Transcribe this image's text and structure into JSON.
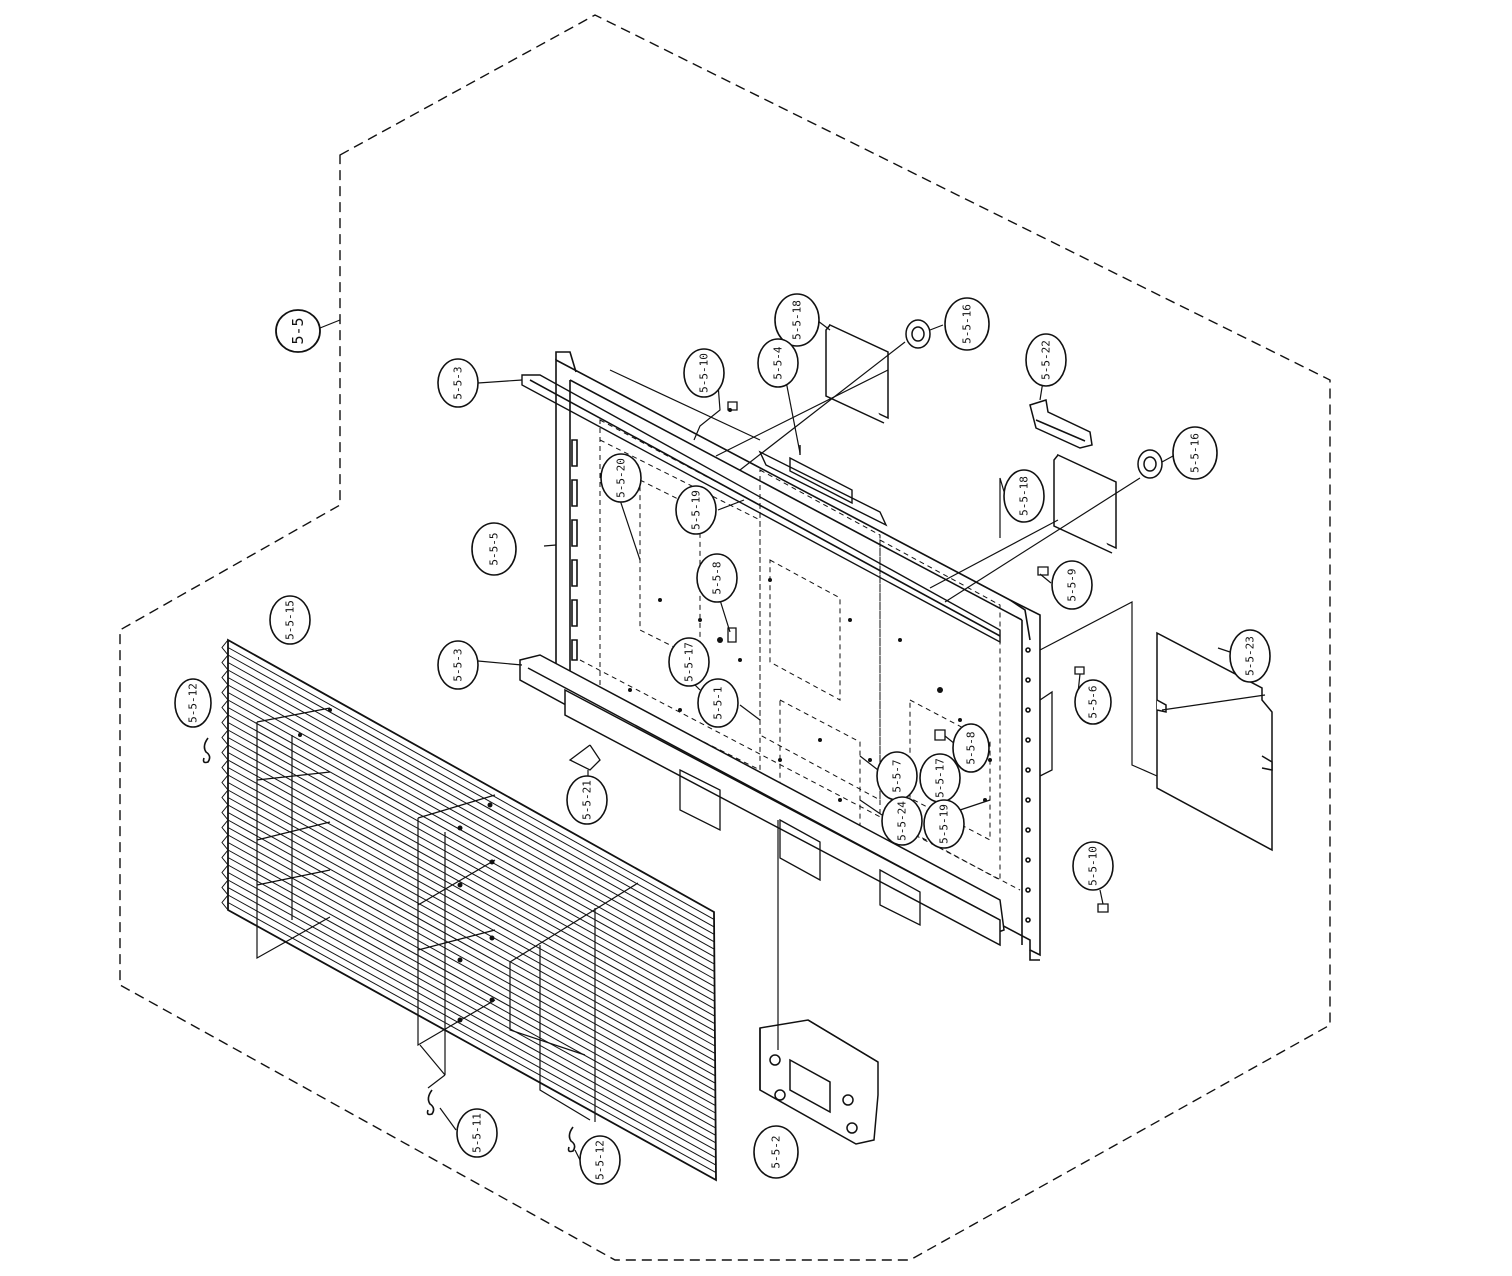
{
  "colors": {
    "ink": "#111111",
    "paper": "#ffffff"
  },
  "assembly": {
    "id": "5-5"
  },
  "callouts": [
    {
      "key": "c_5_5_18_top",
      "label": "5-5-18"
    },
    {
      "key": "c_5_5_16_top",
      "label": "5-5-16"
    },
    {
      "key": "c_5_5_3_top",
      "label": "5-5-3"
    },
    {
      "key": "c_5_5_10_top",
      "label": "5-5-10"
    },
    {
      "key": "c_5_5_4",
      "label": "5-5-4"
    },
    {
      "key": "c_5_5_22",
      "label": "5-5-22"
    },
    {
      "key": "c_5_5_16_right",
      "label": "5-5-16"
    },
    {
      "key": "c_5_5_18_right",
      "label": "5-5-18"
    },
    {
      "key": "c_5_5_20",
      "label": "5-5-20"
    },
    {
      "key": "c_5_5_19_top",
      "label": "5-5-19"
    },
    {
      "key": "c_5_5_5",
      "label": "5-5-5"
    },
    {
      "key": "c_5_5_8_top",
      "label": "5-5-8"
    },
    {
      "key": "c_5_5_9",
      "label": "5-5-9"
    },
    {
      "key": "c_5_5_15",
      "label": "5-5-15"
    },
    {
      "key": "c_5_5_3_mid",
      "label": "5-5-3"
    },
    {
      "key": "c_5_5_17_top",
      "label": "5-5-17"
    },
    {
      "key": "c_5_5_23",
      "label": "5-5-23"
    },
    {
      "key": "c_5_5_12_left",
      "label": "5-5-12"
    },
    {
      "key": "c_5_5_1",
      "label": "5-5-1"
    },
    {
      "key": "c_5_5_6",
      "label": "5-5-6"
    },
    {
      "key": "c_5_5_8_mid",
      "label": "5-5-8"
    },
    {
      "key": "c_5_5_7",
      "label": "5-5-7"
    },
    {
      "key": "c_5_5_17_mid",
      "label": "5-5-17"
    },
    {
      "key": "c_5_5_21",
      "label": "5-5-21"
    },
    {
      "key": "c_5_5_24",
      "label": "5-5-24"
    },
    {
      "key": "c_5_5_19_mid",
      "label": "5-5-19"
    },
    {
      "key": "c_5_5_10_right",
      "label": "5-5-10"
    },
    {
      "key": "c_5_5_11",
      "label": "5-5-11"
    },
    {
      "key": "c_5_5_12_bottom",
      "label": "5-5-12"
    },
    {
      "key": "c_5_5_2",
      "label": "5-5-2"
    }
  ]
}
